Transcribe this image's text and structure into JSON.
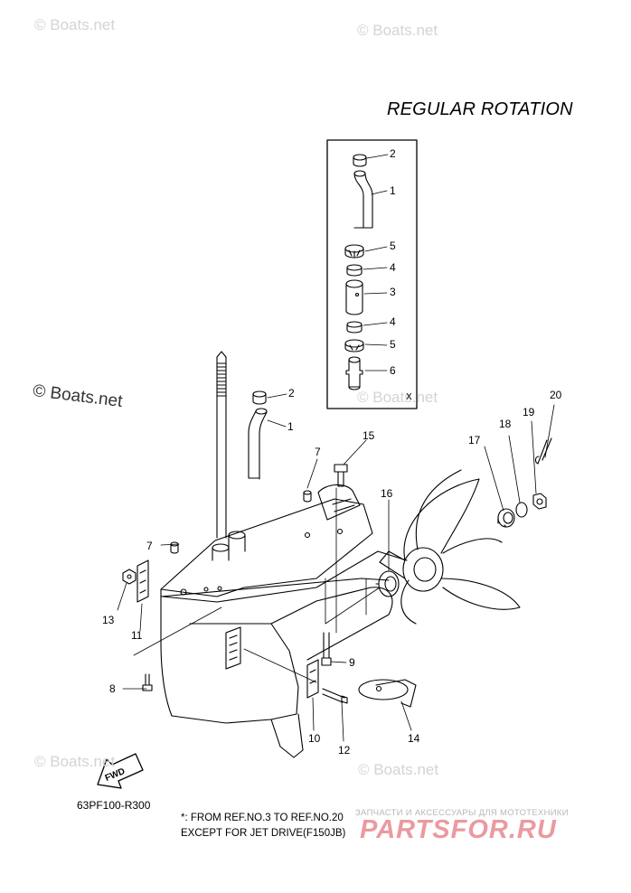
{
  "title": "REGULAR ROTATION",
  "watermarks": [
    "© Boats.net",
    "© Boats.net",
    "© Boats.net",
    "© Boats.net",
    "© Boats.net",
    "© Boats.net"
  ],
  "inset_marker": "X",
  "callouts": {
    "inset": [
      "2",
      "1",
      "5",
      "4",
      "3",
      "4",
      "5",
      "6"
    ],
    "main": [
      "2",
      "1",
      "7",
      "15",
      "7",
      "16",
      "17",
      "18",
      "19",
      "20",
      "13",
      "11",
      "8",
      "9",
      "10",
      "12",
      "14"
    ]
  },
  "drawing_code": "63PF100-R300",
  "notes": [
    "*: FROM REF.NO.3 TO REF.NO.20",
    "EXCEPT FOR JET DRIVE(F150JB)"
  ],
  "fwd_label": "FWD",
  "dealer": {
    "tagline": "ЗАПЧАСТИ И АКСЕССУАРЫ ДЛЯ МОТОТЕХНИКИ",
    "logo": "PARTSFOR.RU"
  },
  "colors": {
    "line": "#000000",
    "watermark": "#d4d4d4",
    "logo": "#ea9aa0"
  }
}
